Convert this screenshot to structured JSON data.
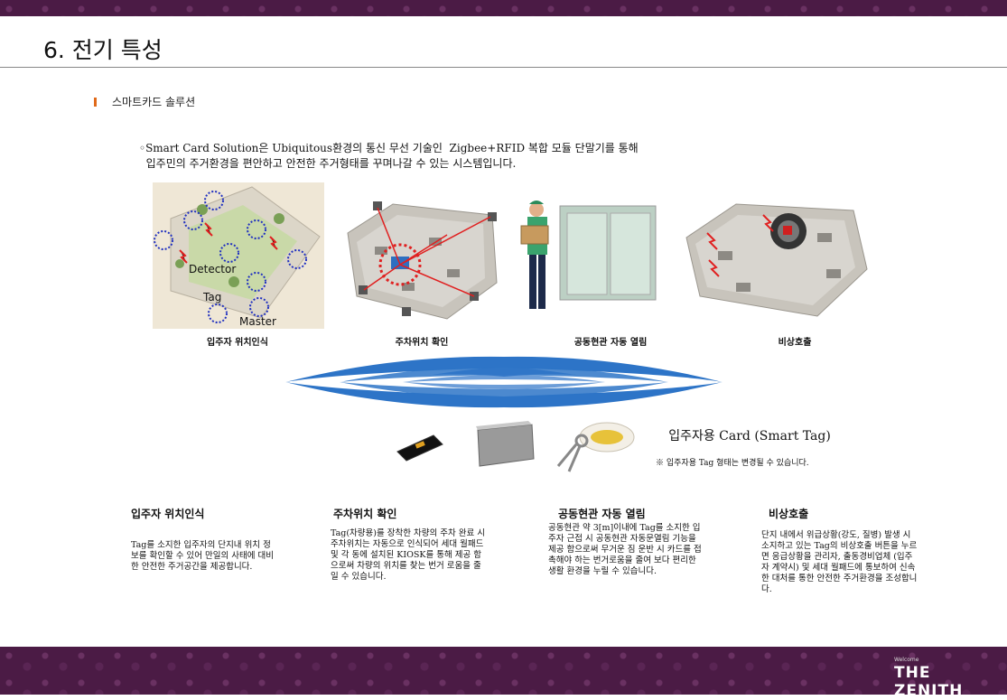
{
  "header": {
    "title": "6. 전기 특성"
  },
  "section": {
    "title": "스마트카드 솔루션"
  },
  "intro": {
    "line1": "◦Smart Card Solution은 Ubiquitous환경의 통신 무선 기술인  Zigbee+RFID 복합 모듈 단말기를 통해",
    "line2": "  입주민의 주거환경을 편안하고 안전한 주거형태를 꾸며나갈 수 있는 시스템입니다."
  },
  "diagram": {
    "detector": "Detector",
    "tag": "Tag",
    "master": "Master"
  },
  "captions": [
    "입주자 위치인식",
    "주차위치 확인",
    "공동현관 자동 열림",
    "비상호출"
  ],
  "card": {
    "title": "입주자용 Card (Smart Tag)",
    "note": "※ 입주자용 Tag 형태는 변경될 수 있습니다."
  },
  "columns": [
    {
      "title": "입주자 위치인식",
      "body": "Tag를 소지한 입주자의 단지내 위치 정보를 확인할 수 있어 만일의 사태에 대비한 안전한 주거공간을 제공합니다."
    },
    {
      "title": "주차위치 확인",
      "body": "Tag(차량용)를 장착한 차량의 주차 완료 시 주차위치는 자동으로 인식되어 세대 월패드 및 각 동에 설치된 KIOSK를 통해 제공 함으로써 차량의 위치를 찾는 번거 로움을 줄일 수 있습니다."
    },
    {
      "title": "공동현관 자동 열림",
      "body": "공동현관 약 3[m]이내에 Tag를 소지한 입주자 근접 시 공동현관 자동문열림 기능을 제공 함으로써 무거운 짐 운반 시 카드를 접촉해야 하는 번거로움을 줄여 보다 편리한 생활 환경을 누릴 수 있습니다."
    },
    {
      "title": "비상호출",
      "body": "단지 내에서 위급상황(강도, 질병) 발생 시 소지하고 있는 Tag의 비상호출 버튼을 누르면 응급상황을 관리자, 출동경비업체 (입주자 계약시) 및 세대 월패드에 통보하여 신속한 대처를 통한 안전한 주거환경을 조성합니다."
    }
  ],
  "logo": {
    "wordmark": "THE ZENITH",
    "small": "Welcome"
  },
  "colors": {
    "band": "#4b1b45",
    "accent": "#e06a1a",
    "wave": "#2d74c7"
  }
}
